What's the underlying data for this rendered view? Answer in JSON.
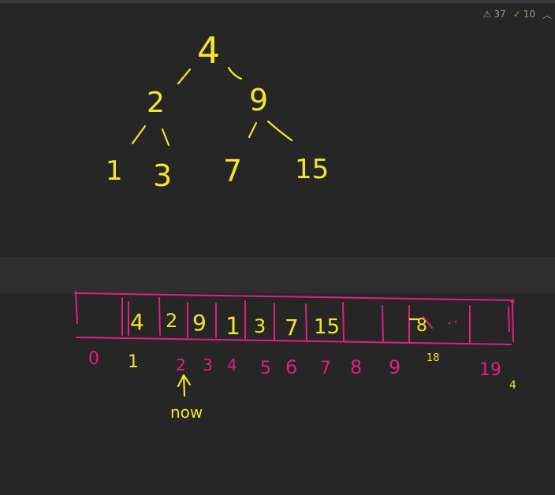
{
  "status_bar": {
    "warnings": "37",
    "checks": "10",
    "warning_icon": "warning-triangle-icon",
    "check_icon": "double-check-icon",
    "chevron_icon": "chevron-up-icon"
  },
  "colors": {
    "background": "#262626",
    "ink_yellow": "#f2e62a",
    "ink_pink": "#e0217a"
  },
  "tree": {
    "root": "4",
    "left": "2",
    "right": "9",
    "left_left": "1",
    "left_right": "3",
    "right_left": "7",
    "right_right": "15"
  },
  "array": {
    "cells": [
      "4",
      "2",
      "9",
      "1",
      "3",
      "7",
      "15",
      "8"
    ],
    "indices": [
      "0",
      "1",
      "2",
      "3",
      "4",
      "5",
      "6",
      "7",
      "8",
      "9",
      "18",
      "19",
      "4"
    ],
    "pointer_label": "now"
  }
}
